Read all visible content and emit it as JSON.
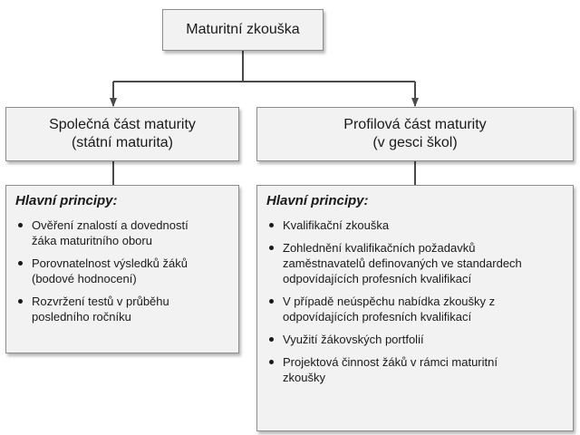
{
  "root": {
    "title": "Maturitní zkouška"
  },
  "left": {
    "title_line1": "Společná část maturity",
    "title_line2": "(státní maturita)",
    "principles_label": "Hlavní principy:",
    "items": [
      {
        "line1": "Ověření znalostí a dovedností",
        "line2": "žáka maturitního oboru"
      },
      {
        "line1": "Porovnatelnost výsledků žáků",
        "line2": "(bodové hodnocení)"
      },
      {
        "line1": "Rozvržení testů v průběhu",
        "line2": "posledního ročníku"
      }
    ]
  },
  "right": {
    "title_line1": "Profilová část maturity",
    "title_line2": "(v gesci škol)",
    "principles_label": "Hlavní principy:",
    "items": [
      {
        "line1": "Kvalifikační zkouška"
      },
      {
        "line1": "Zohlednění kvalifikačních požadavků",
        "line2": "zaměstnavatelů definovaných ve standardech",
        "line3": "odpovídajících profesních kvalifikací"
      },
      {
        "line1": "V případě neúspěchu nabídka zkoušky z",
        "line2": "odpovídajících profesních kvalifikací"
      },
      {
        "line1": "Využití žákovských portfolií"
      },
      {
        "line1": "Projektová činnost žáků v rámci maturitní",
        "line2": "zkoušky"
      }
    ]
  },
  "colors": {
    "box_fill": "#f2f2f2",
    "box_border": "#8c8c8c",
    "connector": "#4a4a4a",
    "text": "#1a1a1a"
  }
}
